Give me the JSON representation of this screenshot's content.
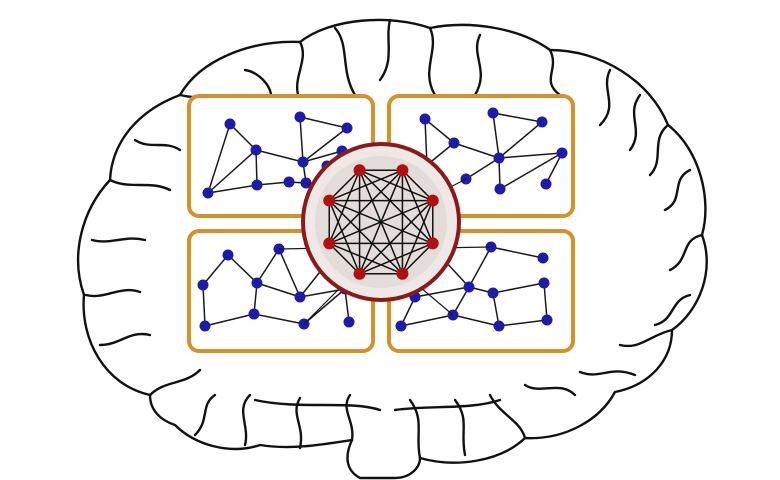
{
  "diagram": {
    "kind": "brain-network",
    "colors": {
      "background": "#ffffff",
      "brain_outline": "#111111",
      "module_border": "#d4922a",
      "module_fill": "#ffffff",
      "module_node": "#1c1ca8",
      "module_edge": "#1a1a1a",
      "hub_ring": "#8b1a1a",
      "hub_fill": "#eee9e6",
      "hub_node": "#b01010",
      "hub_edge": "#111111"
    },
    "icons": [
      "brain-outline",
      "network-graph"
    ],
    "modules": [
      {
        "id": "top-left-module"
      },
      {
        "id": "top-right-module"
      },
      {
        "id": "bottom-left-module"
      },
      {
        "id": "bottom-right-module"
      }
    ],
    "hub": {
      "id": "rich-club-hub",
      "node_count": 8,
      "fully_connected": true
    }
  }
}
